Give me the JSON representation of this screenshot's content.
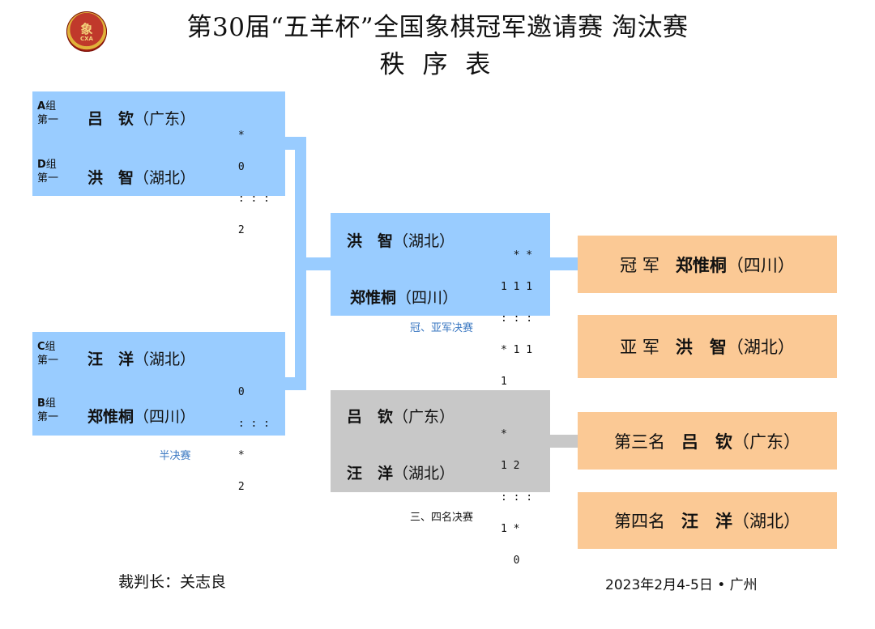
{
  "header": {
    "title": "第30届“五羊杯”全国象棋冠军邀请赛 淘汰赛",
    "subtitle": "秩 序 表",
    "logo_text": "象",
    "logo_abbr": "CXA"
  },
  "semifinal": {
    "caption": "半决赛",
    "match1": {
      "p1": {
        "group_letter": "A",
        "group_suffix": "组",
        "rank": "第一",
        "name": "吕　钦",
        "province": "（广东）"
      },
      "p2": {
        "group_letter": "D",
        "group_suffix": "组",
        "rank": "第一",
        "name": "洪　智",
        "province": "（湖北）"
      },
      "score_lines": [
        " *",
        " 0",
        " : : :",
        " 2"
      ]
    },
    "match2": {
      "p1": {
        "group_letter": "C",
        "group_suffix": "组",
        "rank": "第一",
        "name": "汪　洋",
        "province": "（湖北）"
      },
      "p2": {
        "group_letter": "B",
        "group_suffix": "组",
        "rank": "第一",
        "name": "郑惟桐",
        "province": "（四川）"
      },
      "score_lines": [
        " 0",
        " : : :",
        " *",
        " 2"
      ]
    }
  },
  "final": {
    "caption": "冠、亚军决赛",
    "p1": {
      "name": "洪　智",
      "province": "（湖北）"
    },
    "p2": {
      "name": "郑惟桐",
      "province": "（四川）"
    },
    "score_lines": [
      "  * *",
      "1 1 1",
      ": : :",
      "* 1 1",
      "1"
    ]
  },
  "third_place": {
    "caption": "三、四名决赛",
    "p1": {
      "name": "吕　钦",
      "province": "（广东）"
    },
    "p2": {
      "name": "汪　洋",
      "province": "（湖北）"
    },
    "score_lines": [
      "*",
      "1 2",
      ": : :",
      "1 *",
      "  0"
    ]
  },
  "results": [
    {
      "title": "冠 军",
      "name": "郑惟桐",
      "province": "（四川）"
    },
    {
      "title": "亚 军",
      "name": "洪　智",
      "province": "（湖北）"
    },
    {
      "title": "第三名",
      "name": "吕　钦",
      "province": "（广东）"
    },
    {
      "title": "第四名",
      "name": "汪　洋",
      "province": "（湖北）"
    }
  ],
  "footer": {
    "chief_referee": "裁判长：关志良",
    "date_place": "2023年2月4-5日 • 广州"
  },
  "colors": {
    "semifinal_box": "#99ccff",
    "final_box": "#99ccff",
    "third_place_box": "#c8c8c8",
    "result_box": "#fbc995"
  }
}
